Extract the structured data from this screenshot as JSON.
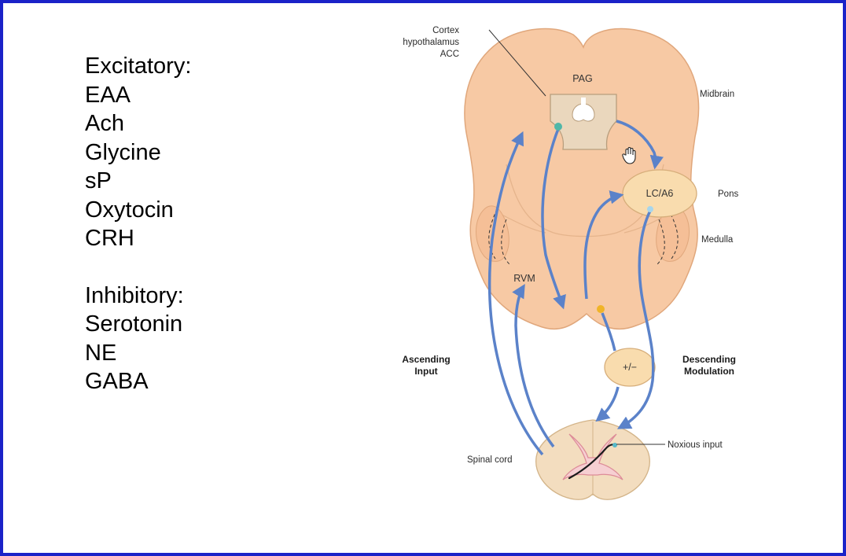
{
  "excitatory": {
    "heading": "Excitatory:",
    "items": [
      "EAA",
      "Ach",
      "Glycine",
      "sP",
      "Oxytocin",
      "CRH"
    ]
  },
  "inhibitory": {
    "heading": "Inhibitory:",
    "items": [
      "Serotonin",
      "NE",
      "GABA"
    ]
  },
  "diagram": {
    "cortex_line1": "Cortex",
    "cortex_line2": "hypothalamus",
    "cortex_line3": "ACC",
    "pag": "PAG",
    "midbrain": "Midbrain",
    "lc_a6": "LC/A6",
    "pons": "Pons",
    "medulla": "Medulla",
    "rvm": "RVM",
    "modulator": "+/−",
    "ascending_line1": "Ascending",
    "ascending_line2": "Input",
    "descending_line1": "Descending",
    "descending_line2": "Modulation",
    "spinal_cord": "Spinal cord",
    "noxious_input": "Noxious input"
  },
  "colors": {
    "border": "#1a22c8",
    "brain_fill": "#f7c9a4",
    "brain_stroke": "#e0a77c",
    "pag_fill": "#ead7bd",
    "arrow": "#5b82c9",
    "node_fill": "#f9dcae",
    "grey_matter": "#f6cfd2"
  }
}
